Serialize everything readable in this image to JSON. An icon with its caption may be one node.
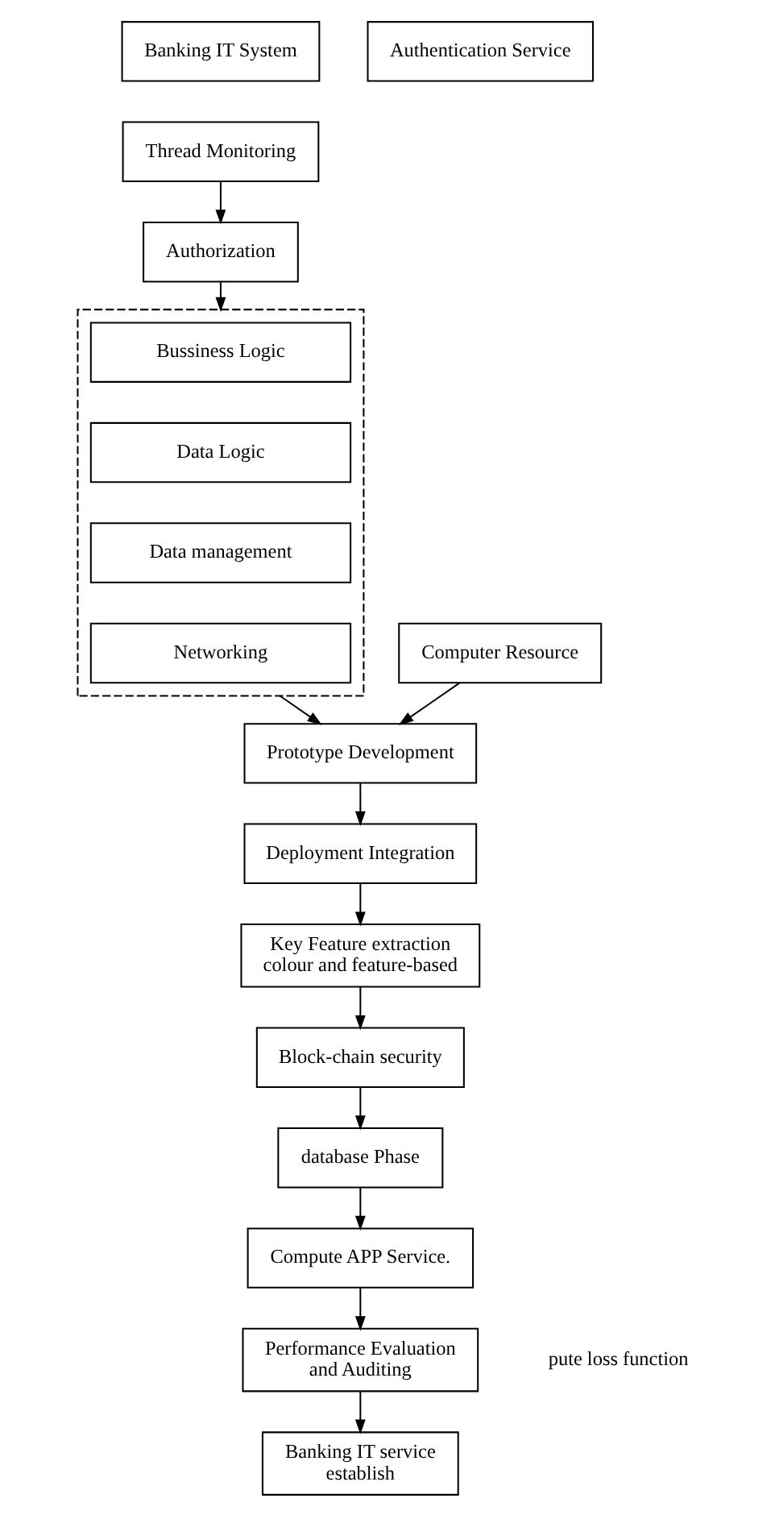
{
  "diagram": {
    "nodes": [
      {
        "text": [
          "Banking IT System"
        ]
      },
      {
        "text": [
          "Thread Monitoring"
        ]
      },
      {
        "text": [
          "Authentication Service"
        ]
      },
      {
        "text": [
          "Authorization"
        ]
      },
      {
        "text": [
          "Computer Resource"
        ]
      },
      {
        "text": [],
        "shape": "box"
      },
      {
        "text": [
          "Bussiness Logic"
        ],
        "in": 5
      },
      {
        "text": [
          "Data Logic"
        ],
        "in": 5
      },
      {
        "text": [
          "Data management"
        ],
        "in": 5
      },
      {
        "text": [
          "Networking"
        ],
        "in": 5
      },
      {
        "text": [
          "Prototype Development"
        ]
      },
      {
        "text": [
          "Deployment Integration"
        ]
      },
      {
        "text": [
          "Key Feature extraction colour and feature-based"
        ]
      },
      {
        "text": [
          "Block-chain security"
        ]
      },
      {
        "text": [
          "database Phase"
        ]
      },
      {
        "text": [
          "Compute APP Service."
        ]
      },
      {
        "text": [
          "Performance Evaluation and Auditing"
        ]
      },
      {
        "text": [
          "Banking IT service establish"
        ]
      }
    ],
    "edges": [
      {
        "from": 1,
        "to": 3,
        "arrow": "to"
      },
      {
        "from": 3,
        "to": 5,
        "arrow": "to"
      },
      {
        "from": 5,
        "to": 10,
        "arrow": "to"
      },
      {
        "from": 4,
        "to": 10,
        "arrow": "to"
      },
      {
        "from": 10,
        "to": 11,
        "arrow": "to"
      },
      {
        "from": 11,
        "to": 12,
        "arrow": "to"
      },
      {
        "from": 12,
        "to": 13,
        "arrow": "to"
      },
      {
        "from": 13,
        "to": 14,
        "arrow": "to"
      },
      {
        "from": 14,
        "to": 15,
        "arrow": "to"
      },
      {
        "from": 15,
        "to": 16,
        "arrow": "to"
      },
      {
        "from": 16,
        "to": 17,
        "arrow": "to"
      }
    ],
    "labels": [
      "pute loss function"
    ]
  }
}
